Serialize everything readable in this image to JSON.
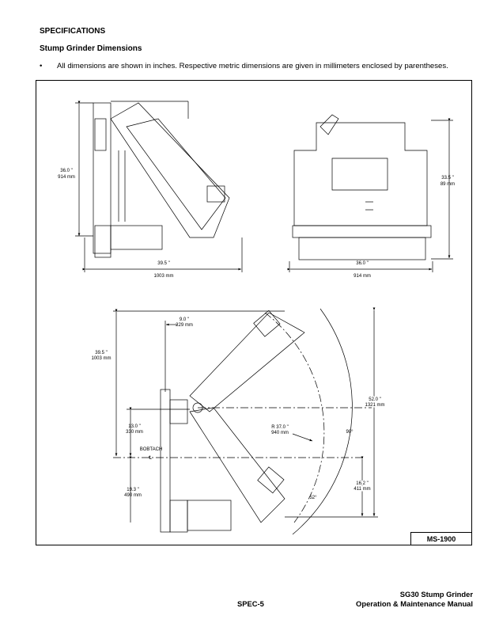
{
  "heading": "SPECIFICATIONS",
  "subheading": "Stump Grinder Dimensions",
  "bullet": "All dimensions are shown in inches. Respective metric dimensions are given in millimeters enclosed by parentheses.",
  "figure": {
    "id": "MS-1900",
    "side_view": {
      "height_in": "36.0 \"",
      "height_mm": "914 mm",
      "length_in": "39.5 \"",
      "length_mm": "1003 mm"
    },
    "rear_view": {
      "height_in": "33.5 \"",
      "height_mm": "89 mm",
      "width_in": "36.0 \"",
      "width_mm": "914 mm"
    },
    "swing_view": {
      "height_in": "39.5 \"",
      "height_mm": "1003 mm",
      "offset_in": "9.0 \"",
      "offset_mm": "229 mm",
      "upper_in": "13.0 \"",
      "upper_mm": "330 mm",
      "bobtach": "BOBTACH",
      "centerline": "℄",
      "lower_in": "19.3 \"",
      "lower_mm": "490 mm",
      "radius_in": "R 37.0 \"",
      "radius_mm": "940 mm",
      "swing_angle": "90°",
      "total_in": "52.0 \"",
      "total_mm": "1321 mm",
      "drop_in": "16.2 \"",
      "drop_mm": "411 mm",
      "tilt_angle": "52°"
    }
  },
  "footer": {
    "product": "SG30 Stump Grinder",
    "page": "SPEC-5",
    "manual": "Operation & Maintenance Manual"
  }
}
